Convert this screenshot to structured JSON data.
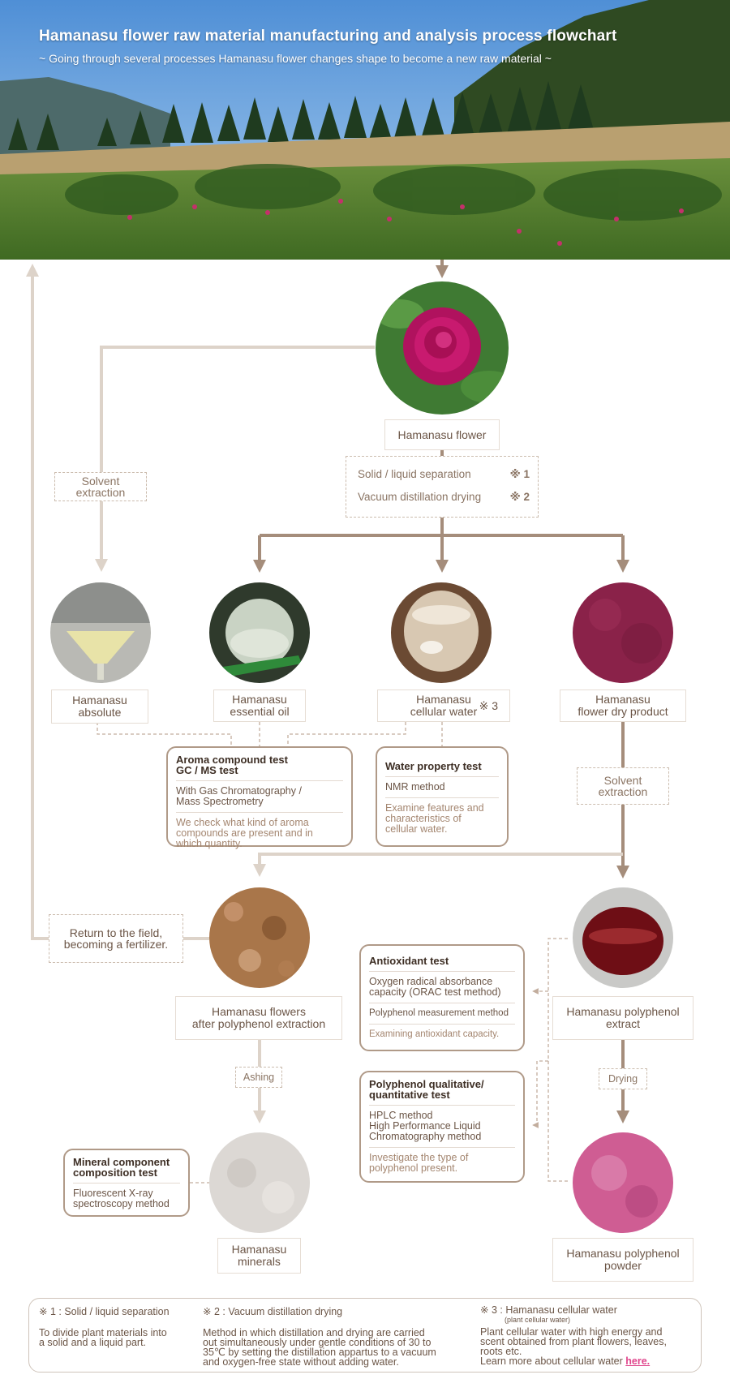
{
  "header": {
    "title": "Hamanasu flower raw material manufacturing and analysis process flowchart",
    "subtitle": "~ Going through several processes Hamanasu flower changes shape to become a new raw material ~"
  },
  "colors": {
    "main_arrow": "#a58d7b",
    "light_arrow": "#ddd3c9",
    "dashed": "#c2ad9d",
    "link": "#e0458c"
  },
  "nodes": {
    "flower": "Hamanasu flower",
    "absolute": "Hamanasu\nabsolute",
    "essential_oil": "Hamanasu\nessential oil",
    "cellular_water": "Hamanasu\ncellular water",
    "cellular_water_mark": "※ 3",
    "dry_product": "Hamanasu\nflower dry product",
    "after_extraction": "Hamanasu flowers\nafter polyphenol extraction",
    "polyphenol_extract": "Hamanasu polyphenol\nextract",
    "minerals": "Hamanasu\nminerals",
    "polyphenol_powder": "Hamanasu polyphenol\npowder"
  },
  "processes": {
    "solvent_extraction_left": "Solvent\nextraction",
    "solvent_extraction_right": "Solvent\nextraction",
    "return_field": "Return to the field,\nbecoming a fertilizer.",
    "ashing": "Ashing",
    "drying": "Drying",
    "step1": "Solid / liquid separation",
    "step1_mark": "※ 1",
    "step2": "Vacuum distillation drying",
    "step2_mark": "※ 2"
  },
  "tests": {
    "aroma": {
      "title": "Aroma compound test\nGC / MS test",
      "method": "With Gas Chromatography /\nMass Spectrometry",
      "desc": "We check what kind of aroma\ncompounds are present and in\nwhich quantity."
    },
    "water": {
      "title": "Water property test",
      "method": "NMR method",
      "desc": "Examine features and\ncharacteristics of\ncellular water."
    },
    "antioxidant": {
      "title": "Antioxidant test",
      "method": "Oxygen radical absorbance\ncapacity (ORAC test method)",
      "method2": "Polyphenol measurement method",
      "desc": "Examining antioxidant capacity."
    },
    "polyphenol": {
      "title": "Polyphenol qualitative/\nquantitative test",
      "method": "HPLC method\nHigh Performance Liquid\nChromatography method",
      "desc": "Investigate the type of\npolyphenol present."
    },
    "mineral": {
      "title": "Mineral component\ncomposition test",
      "method": "Fluorescent X-ray\nspectroscopy method"
    }
  },
  "footer": {
    "note1_title": "※ 1 : Solid / liquid separation",
    "note1_body": "To divide plant materials into\na solid and a liquid part.",
    "note2_title": "※ 2 : Vacuum distillation drying",
    "note2_body": "Method in which distillation and drying are carried\nout simultaneously under gentle conditions of 30 to\n35℃ by setting the distillation appartus to a vacuum\nand oxygen-free state without adding water.",
    "note3_title": "※ 3 : Hamanasu cellular water",
    "note3_small": "(plant cellular water)",
    "note3_body": "Plant cellular water with high energy and\nscent obtained from plant flowers, leaves,\nroots etc.",
    "note3_link_prefix": "Learn more about cellular water ",
    "note3_link": "here."
  }
}
